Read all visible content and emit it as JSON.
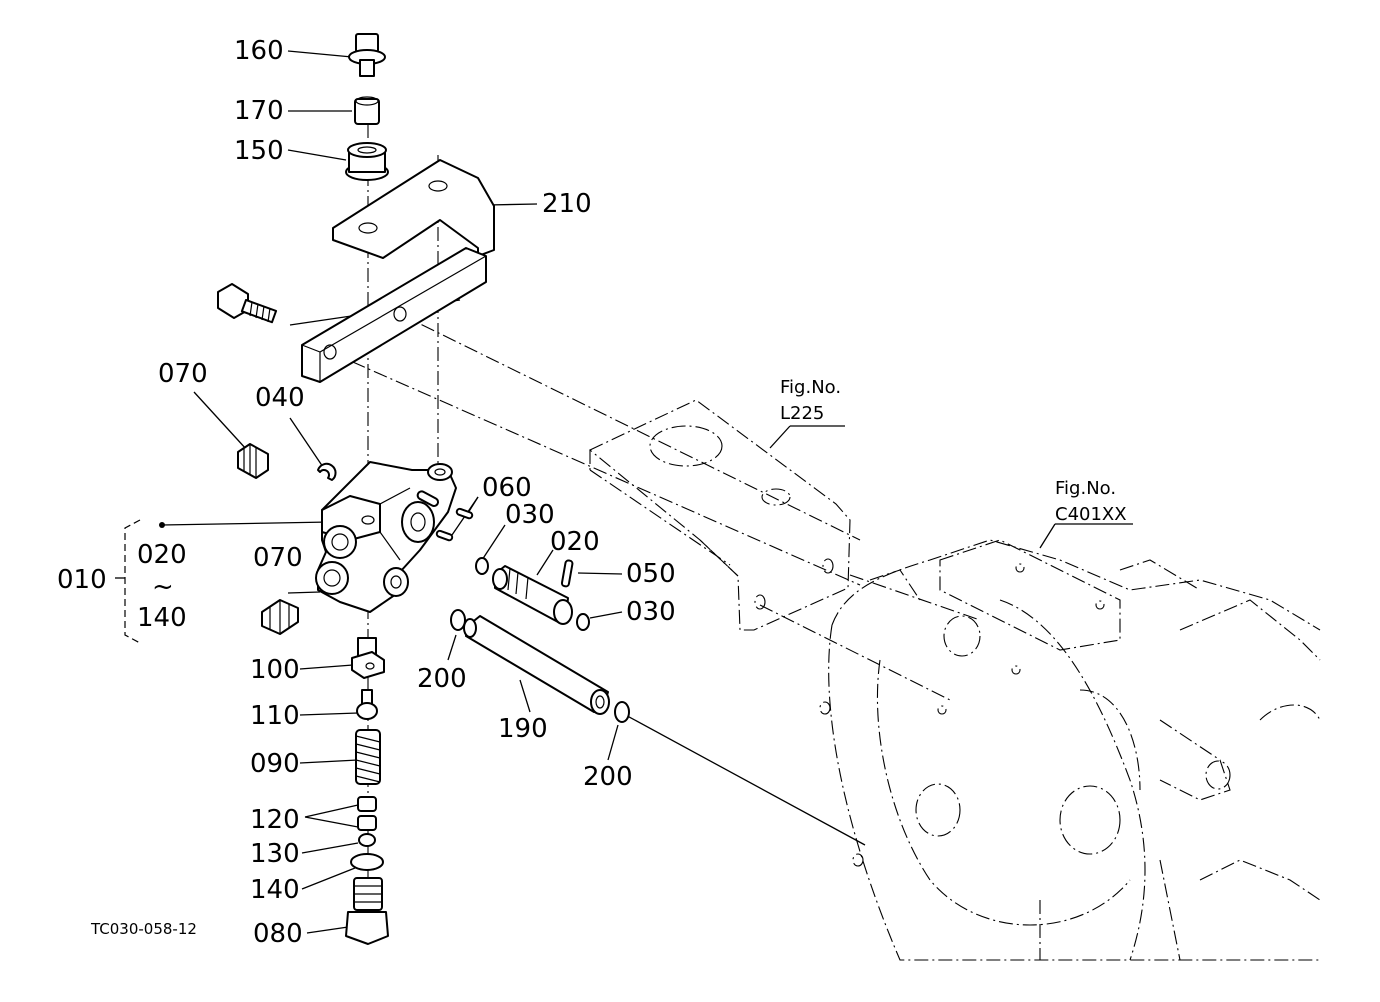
{
  "callouts": {
    "c160": "160",
    "c170": "170",
    "c150": "150",
    "c210": "210",
    "c070a": "070",
    "c040": "040",
    "c060": "060",
    "c030a": "030",
    "c020a": "020",
    "c050": "050",
    "c030b": "030",
    "c010": "010",
    "c020b": "020",
    "tilde": "~",
    "c140a": "140",
    "c070b": "070",
    "c100": "100",
    "c110": "110",
    "c090": "090",
    "c200a": "200",
    "c190": "190",
    "c200b": "200",
    "c120": "120",
    "c130": "130",
    "c140b": "140",
    "c080": "080"
  },
  "references": {
    "l225_label": "Fig.No.",
    "l225_code": "L225",
    "c401_label": "Fig.No.",
    "c401_code": "C401XX"
  },
  "drawing_code": "TC030-058-12"
}
